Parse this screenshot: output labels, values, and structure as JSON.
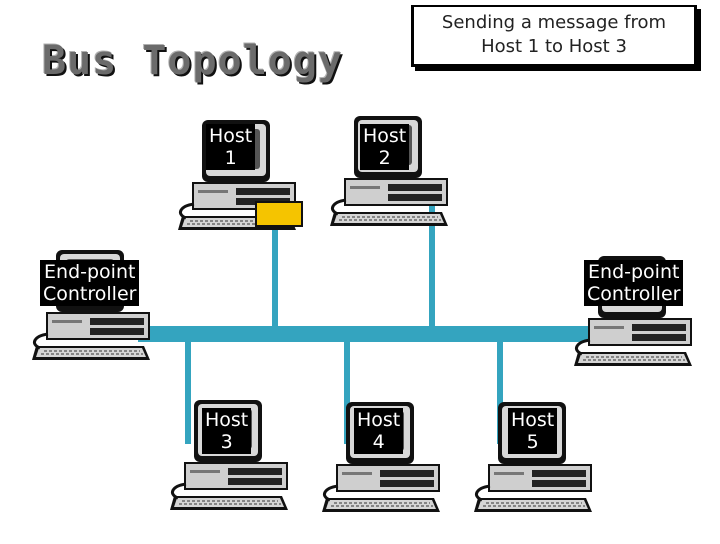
{
  "title": "Bus Topology",
  "callout": {
    "line1": "Sending a message from",
    "line2": "Host 1 to Host 3"
  },
  "colors": {
    "bus": "#34a4bf",
    "message_packet": "#f5c400",
    "background": "#ffffff"
  },
  "nodes": [
    {
      "id": "host-1",
      "line1": "Host",
      "line2": "1"
    },
    {
      "id": "host-2",
      "line1": "Host",
      "line2": "2"
    },
    {
      "id": "host-3",
      "line1": "Host",
      "line2": "3"
    },
    {
      "id": "host-4",
      "line1": "Host",
      "line2": "4"
    },
    {
      "id": "host-5",
      "line1": "Host",
      "line2": "5"
    },
    {
      "id": "controller-left",
      "line1": "End-point",
      "line2": "Controller"
    },
    {
      "id": "controller-right",
      "line1": "End-point",
      "line2": "Controller"
    }
  ]
}
